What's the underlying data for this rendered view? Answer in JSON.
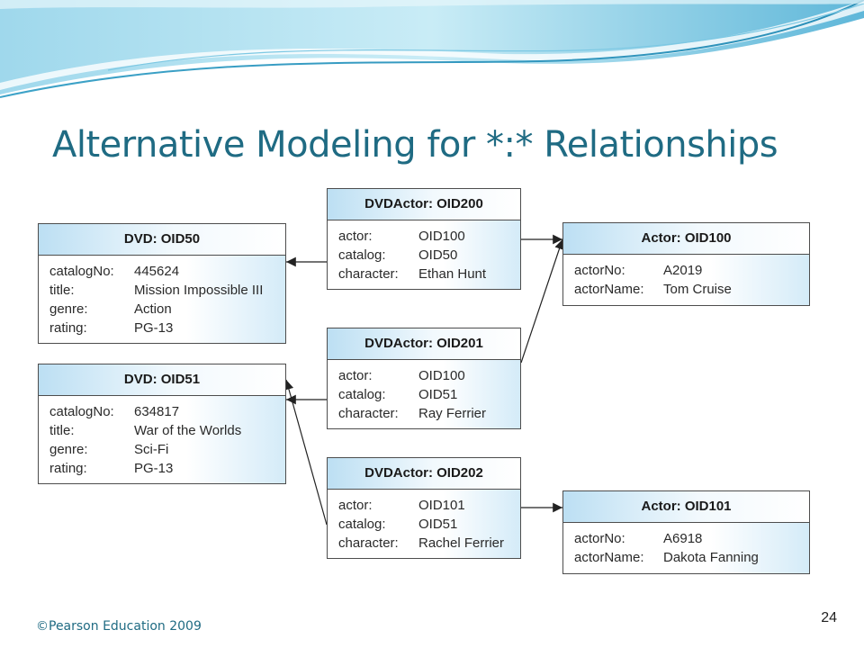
{
  "slide": {
    "title": "Alternative Modeling for *:* Relationships",
    "footer": "©Pearson Education 2009",
    "page_number": "24"
  },
  "objects": {
    "dvd50": {
      "title": "DVD: OID50",
      "fields": [
        {
          "k": "catalogNo:",
          "v": "445624"
        },
        {
          "k": "title:",
          "v": "Mission Impossible III"
        },
        {
          "k": "genre:",
          "v": "Action"
        },
        {
          "k": "rating:",
          "v": "PG-13"
        }
      ]
    },
    "dvd51": {
      "title": "DVD: OID51",
      "fields": [
        {
          "k": "catalogNo:",
          "v": "634817"
        },
        {
          "k": "title:",
          "v": "War of the Worlds"
        },
        {
          "k": "genre:",
          "v": "Sci-Fi"
        },
        {
          "k": "rating:",
          "v": "PG-13"
        }
      ]
    },
    "dvdactor200": {
      "title": "DVDActor: OID200",
      "fields": [
        {
          "k": "actor:",
          "v": "OID100"
        },
        {
          "k": "catalog:",
          "v": "OID50"
        },
        {
          "k": "character:",
          "v": "Ethan Hunt"
        }
      ]
    },
    "dvdactor201": {
      "title": "DVDActor: OID201",
      "fields": [
        {
          "k": "actor:",
          "v": "OID100"
        },
        {
          "k": "catalog:",
          "v": "OID51"
        },
        {
          "k": "character:",
          "v": "Ray Ferrier"
        }
      ]
    },
    "dvdactor202": {
      "title": "DVDActor: OID202",
      "fields": [
        {
          "k": "actor:",
          "v": "OID101"
        },
        {
          "k": "catalog:",
          "v": "OID51"
        },
        {
          "k": "character:",
          "v": "Rachel Ferrier"
        }
      ]
    },
    "actor100": {
      "title": "Actor: OID100",
      "fields": [
        {
          "k": "actorNo:",
          "v": "A2019"
        },
        {
          "k": "actorName:",
          "v": "Tom Cruise"
        }
      ]
    },
    "actor101": {
      "title": "Actor: OID101",
      "fields": [
        {
          "k": "actorNo:",
          "v": "A6918"
        },
        {
          "k": "actorName:",
          "v": "Dakota Fanning"
        }
      ]
    }
  }
}
